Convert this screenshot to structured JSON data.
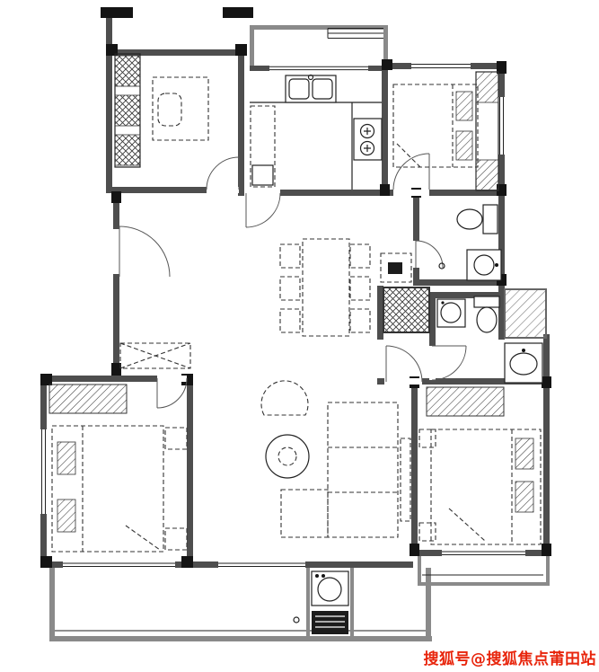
{
  "watermark": {
    "text": "搜狐号@搜狐焦点莆田站",
    "color": "#e8250c"
  },
  "palette": {
    "wall": "#4e4e4e",
    "column": "#141414",
    "balcony_wall": "#8a8a8a",
    "furniture_line": "#333333",
    "door_arc": "#555555",
    "background": "#ffffff"
  },
  "figure": {
    "type": "floor-plan",
    "style": "architectural line drawing, dashed furniture"
  },
  "icons": {
    "bed-icon": "dashed rectangle with hatched pillows",
    "wardrobe-icon": "hatched rectangle",
    "bookshelf-icon": "hatched squares column",
    "desk-icon": "dashed rectangle",
    "chair-icon": "dashed rounded rectangle",
    "dining-table-icon": "dashed rectangle",
    "dining-chair-icon": "dashed square",
    "sofa-icon": "dashed L-shape",
    "coffee-table-icon": "circle",
    "armchair-icon": "dashed semicircle",
    "tv-bench-icon": "dashed narrow rectangle",
    "sink-icon": "double basin rectangle",
    "stove-icon": "rectangle with two burner circles",
    "toilet-icon": "tank rectangle with oval bowl",
    "basin-icon": "oval in rectangle",
    "washing-machine-icon": "square with circle",
    "water-heater-icon": "dark rectangle with grill lines",
    "shaft-icon": "cross-hatched rectangle",
    "shoe-cabinet-icon": "dashed rectangle with X",
    "door-swing-icon": "quarter arc with leaf line",
    "window-icon": "double parallel lines",
    "balcony-railing-icon": "thin double line"
  }
}
